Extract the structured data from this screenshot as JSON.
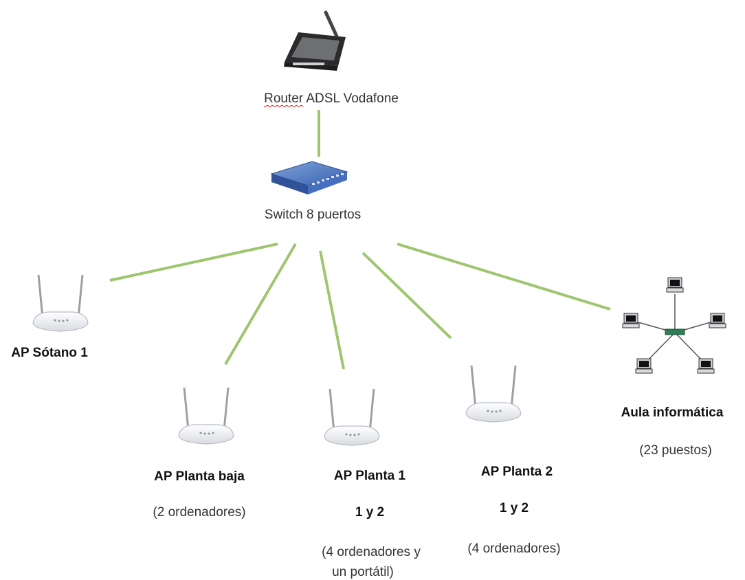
{
  "colors": {
    "link": "#9dc66f",
    "wire": "#555555"
  },
  "icons": {
    "router": "adsl-router-icon",
    "switch": "network-switch-icon",
    "access_point": "wifi-access-point-icon",
    "computer_lab": "star-network-icon"
  },
  "nodes": {
    "router": {
      "name_part1": "Router",
      "name_part2": " ADSL Vodafone"
    },
    "switch": {
      "name": "Switch 8 puertos"
    },
    "ap_sotano": {
      "name": "AP Sótano 1"
    },
    "ap_baja": {
      "name": "AP Planta baja",
      "detail": "(2 ordenadores)"
    },
    "ap_p1": {
      "name": "AP Planta 1",
      "name2": "1 y 2",
      "detail1": "(4 ordenadores y",
      "detail2": "un portátil)"
    },
    "ap_p2": {
      "name": "AP Planta 2",
      "name2": "1 y 2",
      "detail": "(4 ordenadores)"
    },
    "aula": {
      "name": "Aula informática",
      "detail": "(23 puestos)"
    }
  }
}
